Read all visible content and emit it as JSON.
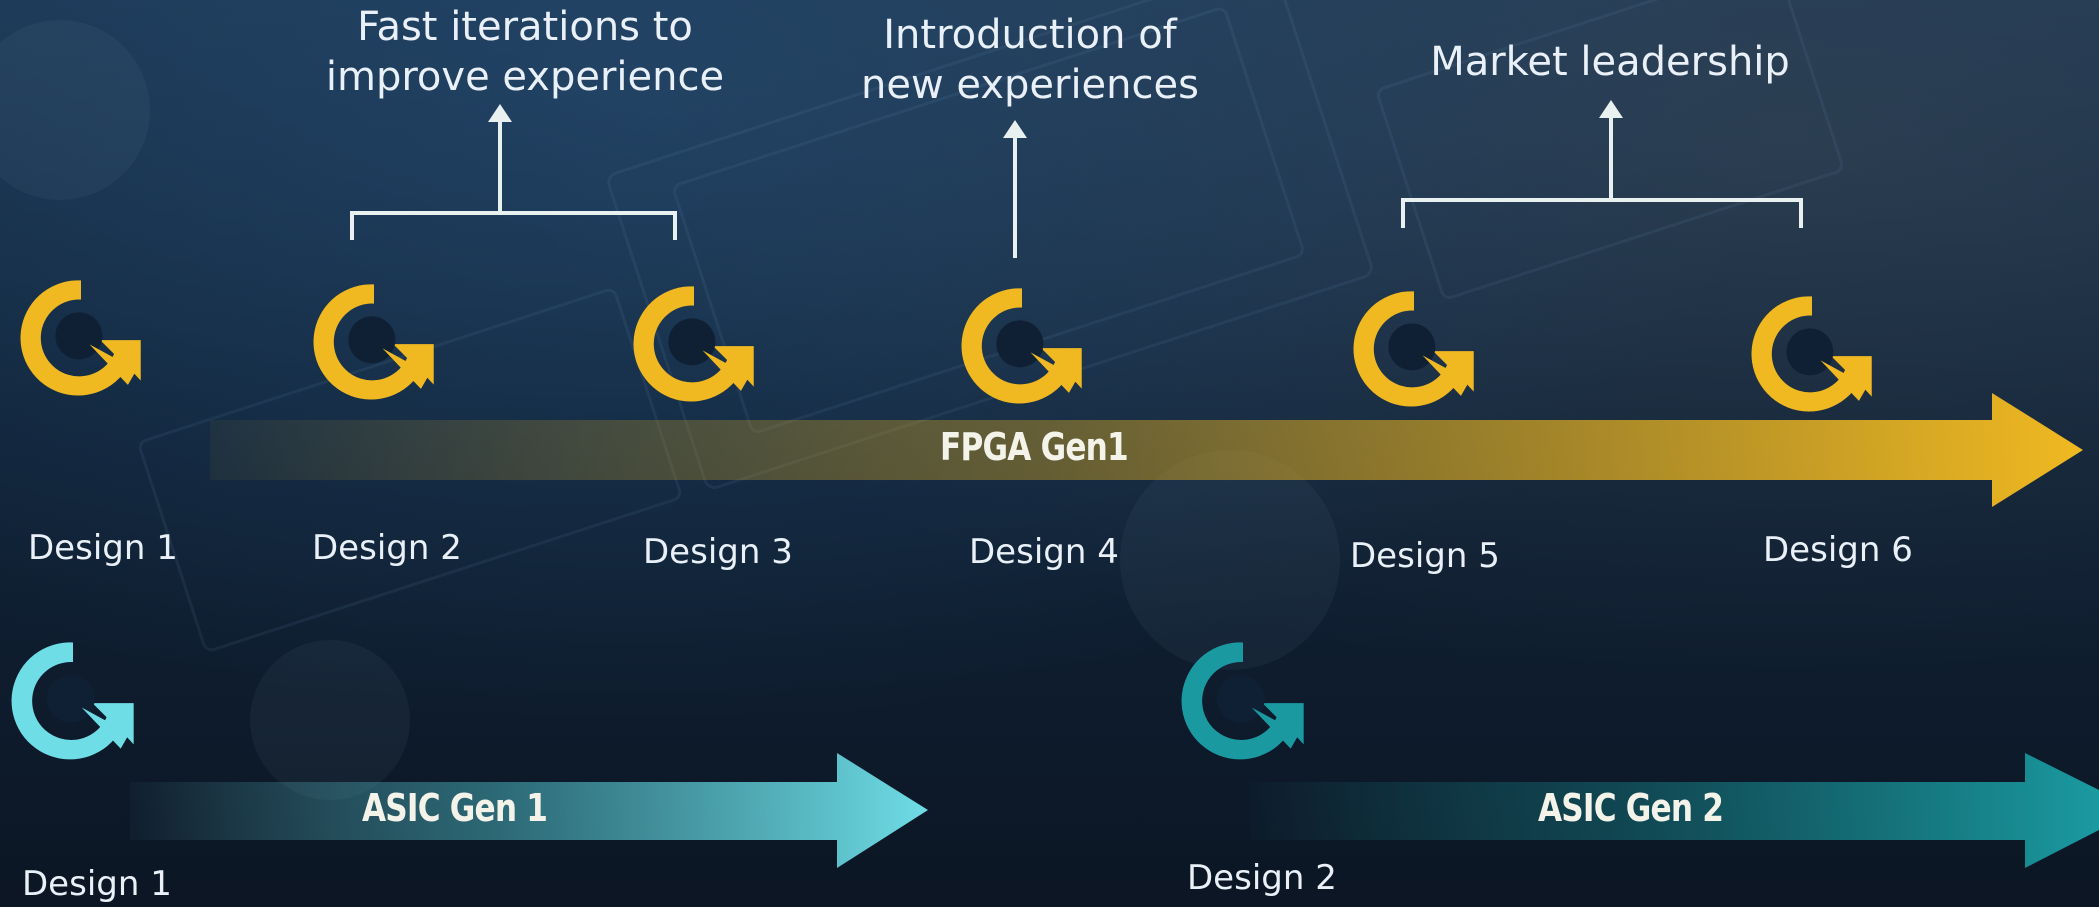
{
  "annotations": {
    "fast_iterations": "Fast iterations to\nimprove experience",
    "introduction": "Introduction of\nnew experiences",
    "market": "Market leadership"
  },
  "fpga": {
    "bar_label": "FPGA Gen1",
    "designs": [
      "Design 1",
      "Design 2",
      "Design 3",
      "Design 4",
      "Design 5",
      "Design 6"
    ]
  },
  "asic1": {
    "bar_label": "ASIC Gen 1",
    "design": "Design 1"
  },
  "asic2": {
    "bar_label": "ASIC Gen 2",
    "design": "Design 2"
  },
  "colors": {
    "fpga": "#f0b921",
    "asic1": "#6fdde6",
    "asic2": "#1a9aa0",
    "line": "#e8f0f0"
  },
  "icons": {
    "cycle": "refresh-cycle-icon",
    "arrow": "up-arrow-icon"
  }
}
